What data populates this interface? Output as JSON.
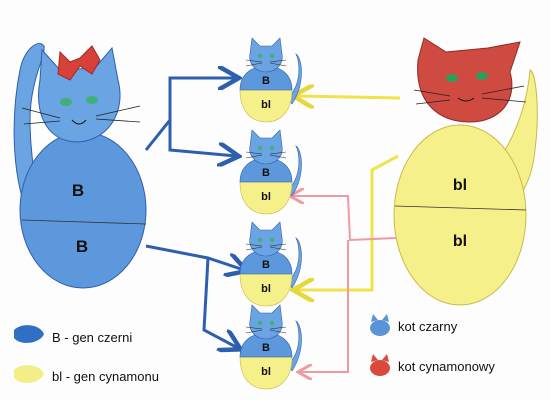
{
  "parents": {
    "left": {
      "top": "B",
      "bottom": "B"
    },
    "right": {
      "top": "bl",
      "bottom": "bl"
    }
  },
  "kittens": [
    {
      "top": "B",
      "bottom": "bl"
    },
    {
      "top": "B",
      "bottom": "bl"
    },
    {
      "top": "B",
      "bottom": "bl"
    },
    {
      "top": "B",
      "bottom": "bl"
    }
  ],
  "legend_genes": [
    {
      "label": "B - gen czerni",
      "color": "#2f6fc4"
    },
    {
      "label": "bl - gen cynamonu",
      "color": "#f3ee86"
    }
  ],
  "legend_cats": [
    {
      "label": "kot czarny",
      "color": "#5a93d6"
    },
    {
      "label": "kot cynamonowy",
      "color": "#d94a3c"
    }
  ],
  "colors": {
    "blue": "#5e98dc",
    "blue_dark": "#2d5fae",
    "yellow": "#f6f08a",
    "red": "#cf4b42",
    "pink_arrow": "#f0a0a6"
  }
}
